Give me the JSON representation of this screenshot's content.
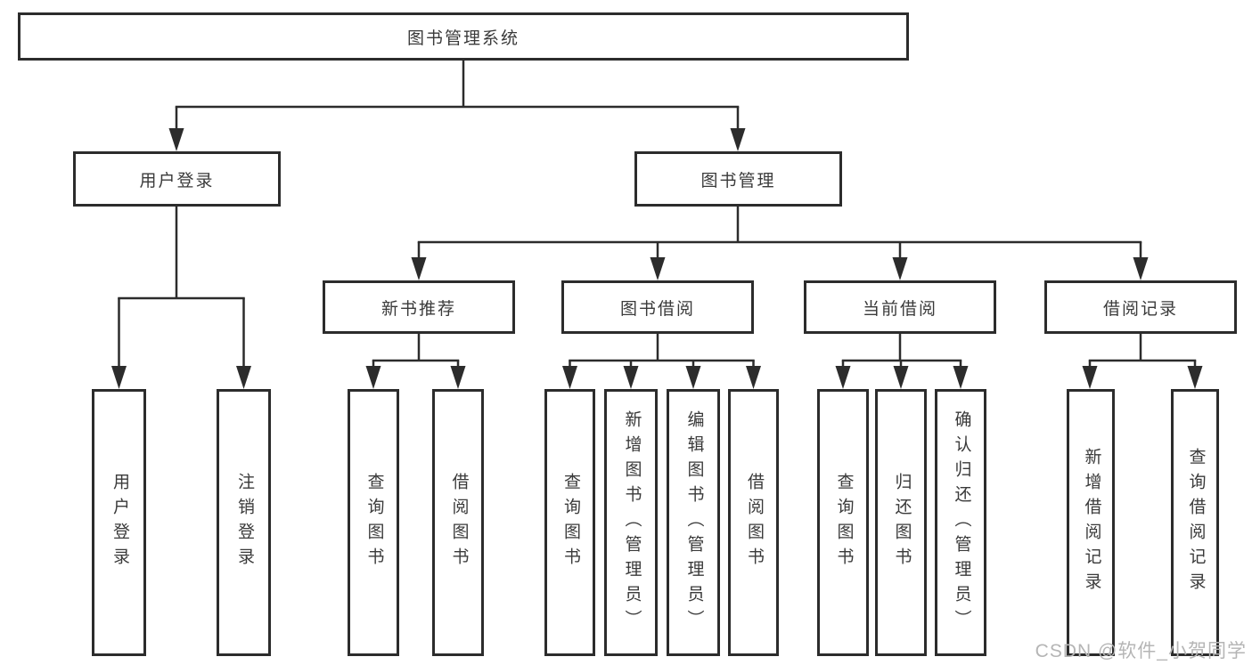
{
  "colors": {
    "line": "#2c2c2c",
    "box_border": "#2c2c2c",
    "text": "#3a3a3a",
    "watermark": "#b5b5b5",
    "background": "#ffffff"
  },
  "tree": {
    "root": {
      "label": "图书管理系统"
    },
    "branches": [
      {
        "label": "用户登录",
        "children": [
          {
            "label": "用户登录"
          },
          {
            "label": "注销登录"
          }
        ]
      },
      {
        "label": "图书管理",
        "children": [
          {
            "label": "新书推荐",
            "children": [
              {
                "label": "查询图书"
              },
              {
                "label": "借阅图书"
              }
            ]
          },
          {
            "label": "图书借阅",
            "children": [
              {
                "label": "查询图书"
              },
              {
                "label": "新增图书（管理员）"
              },
              {
                "label": "编辑图书（管理员）"
              },
              {
                "label": "借阅图书"
              }
            ]
          },
          {
            "label": "当前借阅",
            "children": [
              {
                "label": "查询图书"
              },
              {
                "label": "归还图书"
              },
              {
                "label": "确认归还（管理员）"
              }
            ]
          },
          {
            "label": "借阅记录",
            "children": [
              {
                "label": "新增借阅记录"
              },
              {
                "label": "查询借阅记录"
              }
            ]
          }
        ]
      }
    ]
  },
  "watermark": "CSDN @软件_小贺同学"
}
